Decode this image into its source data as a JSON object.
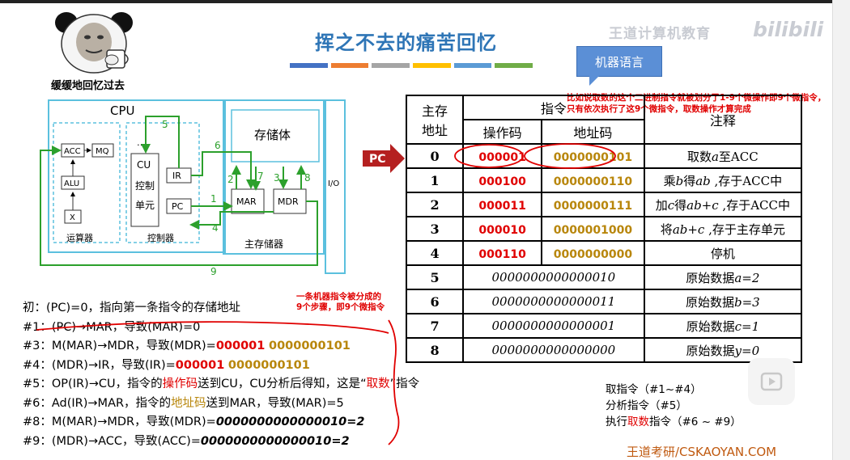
{
  "slide": {
    "title": "挥之不去的痛苦回忆",
    "watermark": "王道计算机教育",
    "bilibili": "bilibili",
    "bubble": "机器语言",
    "meme_caption": "缓缓地回忆过去",
    "color_bars": [
      "#4472c4",
      "#ed7d31",
      "#a5a5a5",
      "#ffc000",
      "#5b9bd5",
      "#70ad47"
    ],
    "footer": "王道考研/CSKAOYAN.COM",
    "red_note": "比如说取数的这个二进制指令就被划分了1-9个微操作即9个微指令，只有依次执行了这9个微指令，取数操作才算完成"
  },
  "diagram": {
    "cpu": "CPU",
    "acc": "ACC",
    "mq": "MQ",
    "alu": "ALU",
    "x": "X",
    "alu_unit": "运算器",
    "cu": "CU",
    "ctrl1": "控制",
    "ctrl2": "单元",
    "ir": "IR",
    "pc": "PC",
    "controller": "控制器",
    "storage": "存储体",
    "mar": "MAR",
    "mdr": "MDR",
    "main_mem": "主存储器",
    "io": "I/O",
    "dots": "…",
    "step_numbers": [
      "1",
      "2",
      "3",
      "4",
      "5",
      "6",
      "7",
      "8",
      "9"
    ]
  },
  "table": {
    "h_addr1": "主存",
    "h_addr2": "地址",
    "h_instr": "指令",
    "h_note": "注释",
    "h_op": "操作码",
    "h_ad": "地址码",
    "pc_label": "PC",
    "rows": [
      {
        "addr": "0",
        "op": "000001",
        "ad": "0000000101",
        "pre": "取数",
        "var": "a",
        "post": "至ACC"
      },
      {
        "addr": "1",
        "op": "000100",
        "ad": "0000000110",
        "pre": "乘",
        "var": "b",
        "post": "得",
        "var2": "ab",
        "post2": " ,存于ACC中"
      },
      {
        "addr": "2",
        "op": "000011",
        "ad": "0000000111",
        "pre": "加",
        "var": "c",
        "post": "得",
        "var2": "ab+c",
        "post2": " ,存于ACC中"
      },
      {
        "addr": "3",
        "op": "000010",
        "ad": "0000001000",
        "pre": "将",
        "var": "ab+c",
        "post": " ,存于主存单元"
      },
      {
        "addr": "4",
        "op": "000110",
        "ad": "0000000000",
        "pre": "停机",
        "var": "",
        "post": ""
      }
    ],
    "data_rows": [
      {
        "addr": "5",
        "bits": "0000000000000010",
        "pre": "原始数据",
        "var": "a=2"
      },
      {
        "addr": "6",
        "bits": "0000000000000011",
        "pre": "原始数据",
        "var": "b=3"
      },
      {
        "addr": "7",
        "bits": "0000000000000001",
        "pre": "原始数据",
        "var": "c=1"
      },
      {
        "addr": "8",
        "bits": "0000000000000000",
        "pre": "原始数据",
        "var": "y=0"
      }
    ]
  },
  "steps": {
    "init": "初：(PC)=0，指向第一条指令的存储地址",
    "s1": "#1：(PC)→MAR，导致(MAR)=0",
    "s3a": "#3：M(MAR)→MDR，导致(MDR)=",
    "s3b": "000001",
    "s3c": "0000000101",
    "s4a": "#4：(MDR)→IR，导致(IR)=",
    "s4b": "000001",
    "s4c": "0000000101",
    "s5a": "#5：OP(IR)→CU，指令的",
    "s5b": "操作码",
    "s5c": "送到CU，CU分析后得知，这是“",
    "s5d": "取数",
    "s5e": "”指令",
    "s6a": "#6：Ad(IR)→MAR，指令的",
    "s6b": "地址码",
    "s6c": "送到MAR，导致(MAR)=5",
    "s8a": "#8：M(MAR)→MDR，导致(MDR)=",
    "s8b": "0000000000000010=2",
    "s9a": "#9：(MDR)→ACC，导致(ACC)=",
    "s9b": "0000000000000010=2",
    "annotation1": "一条机器指令被分成的",
    "annotation2": "9个步骤，即9个微指令"
  },
  "legend": {
    "l1": "取指令（#1~#4）",
    "l2": "分析指令（#5）",
    "l3a": "执行",
    "l3b": "取数",
    "l3c": "指令（#6 ~ #9）"
  }
}
